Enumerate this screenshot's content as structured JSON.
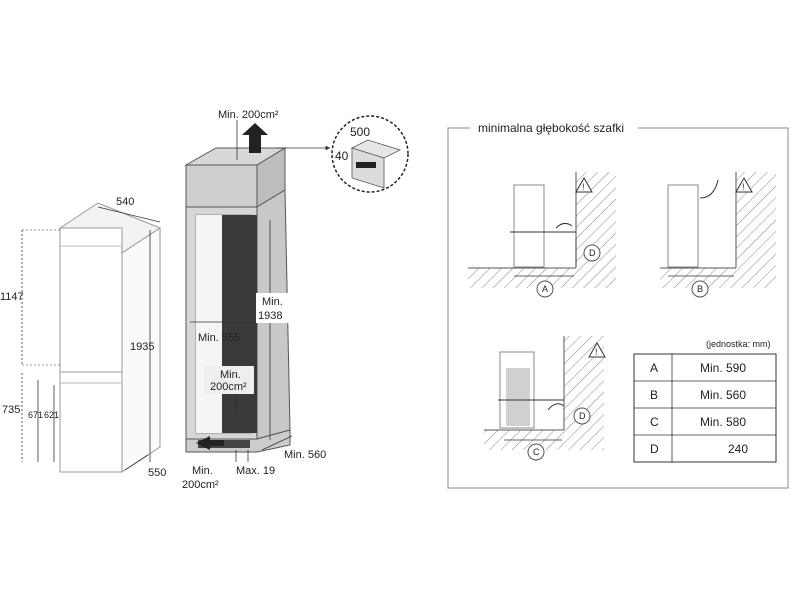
{
  "fridge": {
    "width_top": "540",
    "depth_side": "550",
    "height_total": "1935",
    "height_upper": "1147",
    "height_lower": "735",
    "dim_671": "671",
    "dim_621": "621"
  },
  "cabinet": {
    "top_vent": "Min. 200cm²",
    "inner_width": "Min. 555",
    "inner_height_a": "Min.",
    "inner_height_b": "1938",
    "mid_vent_a": "Min.",
    "mid_vent_b": "200cm²",
    "bottom_vent_a": "Min.",
    "bottom_vent_b": "200cm²",
    "max_gap": "Max. 19",
    "depth": "Min. 560",
    "detail_500": "500",
    "detail_40": "40"
  },
  "depth_panel": {
    "title": "minimalna głębokość szafki",
    "marker_a": "A",
    "marker_b": "B",
    "marker_c": "C",
    "marker_d": "D",
    "unit_note": "(jednostka: mm)",
    "rows": [
      {
        "key": "A",
        "value": "Min. 590"
      },
      {
        "key": "B",
        "value": "Min. 560"
      },
      {
        "key": "C",
        "value": "Min. 580"
      },
      {
        "key": "D",
        "value": "240"
      }
    ]
  }
}
